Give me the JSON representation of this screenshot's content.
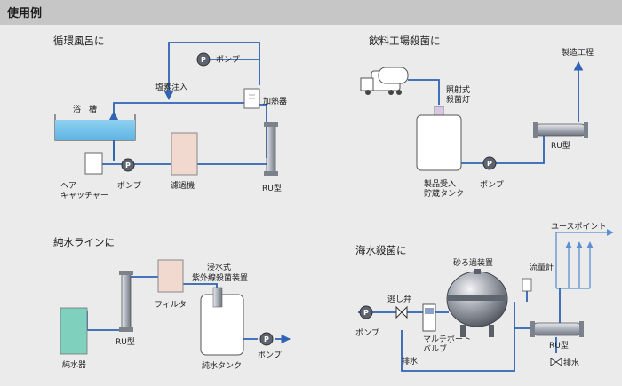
{
  "page_title": "使用例",
  "sections": {
    "bath": {
      "title": "循環風呂に",
      "labels": {
        "pump_top": "ポンプ",
        "chlorine": "塩素注入",
        "heater": "加熱器",
        "bath": "浴　槽",
        "hair_catcher_1": "ヘア",
        "hair_catcher_2": "キャッチャー",
        "pump_bottom": "ポンプ",
        "filter": "濾過機",
        "ru": "RU型"
      }
    },
    "beverage": {
      "title": "飲料工場殺菌に",
      "labels": {
        "uv_lamp_1": "照射式",
        "uv_lamp_2": "殺菌灯",
        "process": "製造工程",
        "ru": "RU型",
        "tank_1": "製品受入",
        "tank_2": "貯蔵タンク",
        "pump": "ポンプ"
      }
    },
    "pure": {
      "title": "純水ラインに",
      "labels": {
        "immersion_1": "浸水式",
        "immersion_2": "紫外線殺菌装置",
        "filter": "フィルタ",
        "ru": "RU型",
        "purifier": "純水器",
        "tank": "純水タンク",
        "pump": "ポンプ"
      }
    },
    "sea": {
      "title": "海水殺菌に",
      "labels": {
        "use_point": "ユースポイント",
        "sand_filter": "砂ろ過装置",
        "flowmeter": "流量計",
        "relief_valve": "逃し弁",
        "pump": "ポンプ",
        "multiport_1": "マルチポート",
        "multiport_2": "バルブ",
        "drain_left": "排水",
        "ru": "RU型",
        "drain_right": "排水"
      }
    }
  },
  "pump_symbol": "P",
  "colors": {
    "pipe": "#2f63b4",
    "water": "#6fc0ea",
    "equipment": "#f1d9cf",
    "device_green": "#7fd0bd",
    "metal": "#a9aeb8",
    "background": "#ebebeb",
    "header_bar": "#c6c6c6"
  }
}
